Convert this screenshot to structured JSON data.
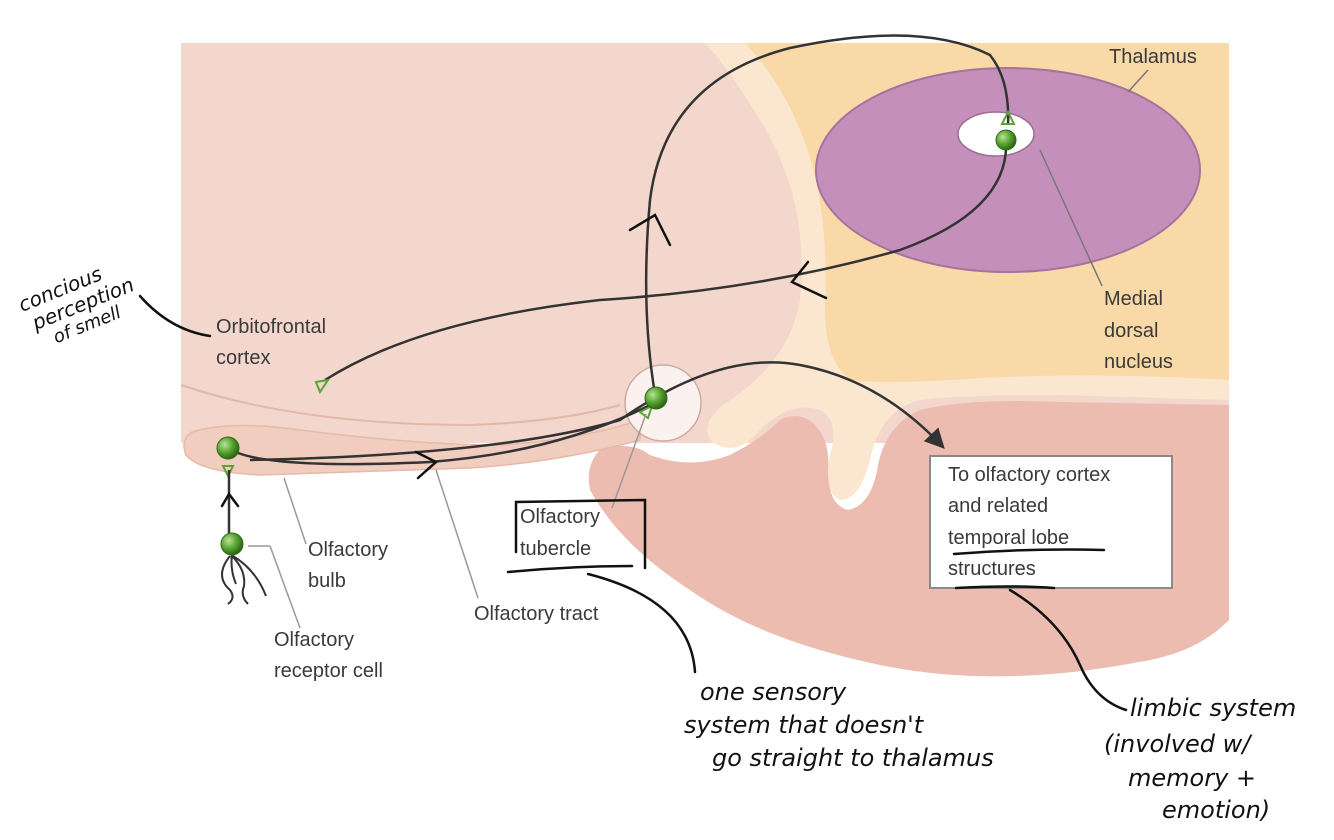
{
  "labels": {
    "thalamus": "Thalamus",
    "orbitofrontal_1": "Orbitofrontal",
    "orbitofrontal_2": "cortex",
    "medial_1": "Medial",
    "medial_2": "dorsal",
    "medial_3": "nucleus",
    "bulb_1": "Olfactory",
    "bulb_2": "bulb",
    "receptor_1": "Olfactory",
    "receptor_2": "receptor cell",
    "tract": "Olfactory tract",
    "tubercle_1": "Olfactory",
    "tubercle_2": "tubercle",
    "box_1": "To olfactory cortex",
    "box_2": "and related",
    "box_3": "temporal lobe",
    "box_4": "structures"
  },
  "notes": {
    "conscious_1": "concious",
    "conscious_2": "perception",
    "conscious_3": "of smell",
    "sensory_1": "one sensory",
    "sensory_2": "system that doesn't",
    "sensory_3": "go straight to thalamus",
    "limbic_1": "limbic system",
    "limbic_2": "(involved w/",
    "limbic_3": "memory +",
    "limbic_4": "emotion)"
  },
  "colors": {
    "cortex_pink": "#f3d7cc",
    "white_matter": "#fbe7cf",
    "thalamus_tan": "#f8d9a7",
    "nucleus_purple": "#c490bb",
    "temporal_pink": "#ebbcaf",
    "neuron_green": "#4f9a2a"
  }
}
